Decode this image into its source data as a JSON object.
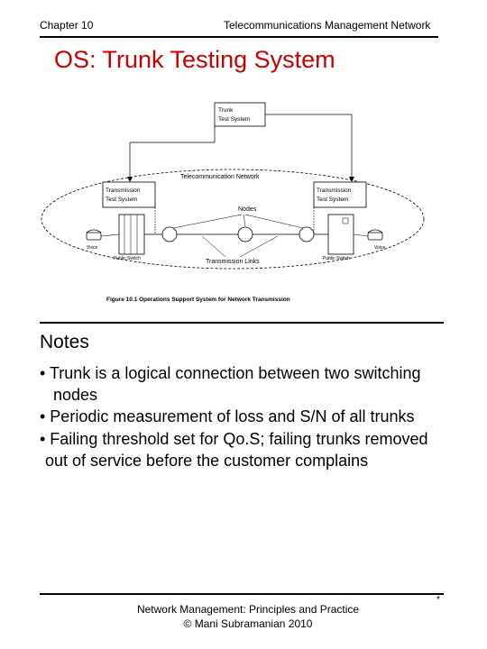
{
  "header": {
    "chapter": "Chapter 10",
    "course": "Telecommunications Management Network"
  },
  "slide": {
    "title": "OS: Trunk Testing System"
  },
  "figure": {
    "trunk_test_system": [
      "Trunk",
      "Test System"
    ],
    "network_label": "Telecommunication Network",
    "tts_left": [
      "Transmission",
      "Test System"
    ],
    "tts_right": [
      "Transmission",
      "Test System"
    ],
    "nodes_label": "Nodes",
    "links_label": "Transmission Links",
    "voice_left": "Voice",
    "voice_right": "Voice",
    "switch_left": "Public Switch",
    "switch_right": "Public Switch",
    "caption": "Figure 10.1 Operations Support System for Network Transmission"
  },
  "notes": {
    "heading": "Notes",
    "bullet1_line1": "• Trunk is a logical connection between two switching",
    "bullet1_line2": "nodes",
    "bullet2": "• Periodic measurement of loss and S/N of all trunks",
    "bullet3_line1": "• Failing threshold set for Qo.S; failing trunks removed",
    "bullet3_line2": "out of service before the customer complains"
  },
  "footer": {
    "marker": "*",
    "line1": "Network Management: Principles and Practice",
    "line2": "© Mani Subramanian 2010"
  }
}
